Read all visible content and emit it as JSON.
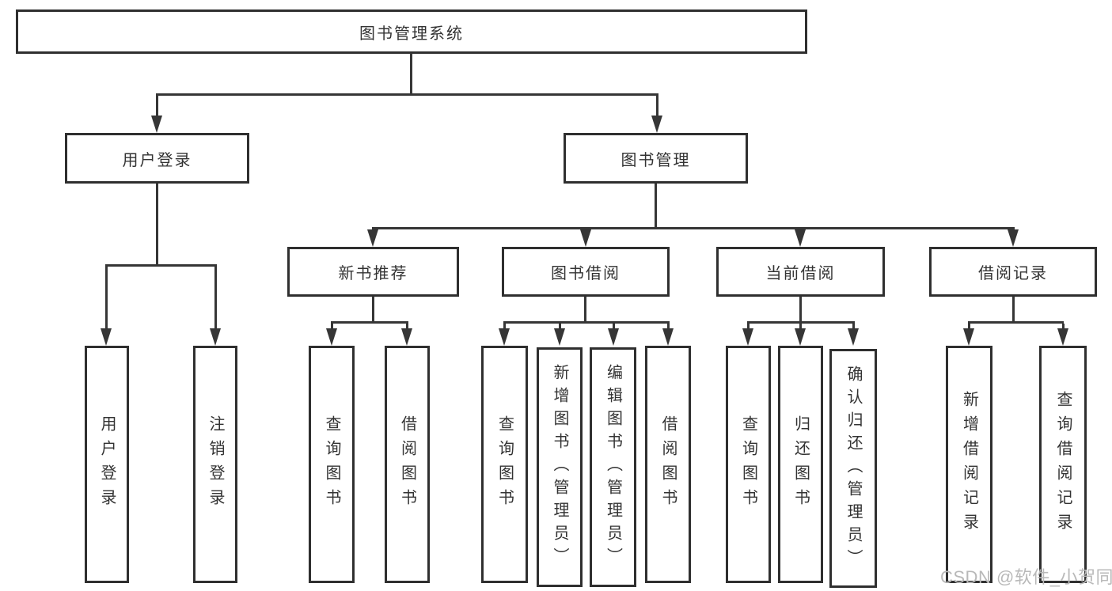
{
  "diagram": {
    "type": "hierarchy-tree",
    "root": {
      "label": "图书管理系统",
      "children": [
        {
          "label": "用户登录",
          "children": [
            {
              "label": "用户登录"
            },
            {
              "label": "注销登录"
            }
          ]
        },
        {
          "label": "图书管理",
          "children": [
            {
              "label": "新书推荐",
              "children": [
                {
                  "label": "查询图书"
                },
                {
                  "label": "借阅图书"
                }
              ]
            },
            {
              "label": "图书借阅",
              "children": [
                {
                  "label": "查询图书"
                },
                {
                  "label": "新增图书（管理员）"
                },
                {
                  "label": "编辑图书（管理员）"
                },
                {
                  "label": "借阅图书"
                }
              ]
            },
            {
              "label": "当前借阅",
              "children": [
                {
                  "label": "查询图书"
                },
                {
                  "label": "归还图书"
                },
                {
                  "label": "确认归还（管理员）"
                }
              ]
            },
            {
              "label": "借阅记录",
              "children": [
                {
                  "label": "新增借阅记录"
                },
                {
                  "label": "查询借阅记录"
                }
              ]
            }
          ]
        }
      ]
    }
  },
  "watermark": {
    "text": "CSDN @软件_小贺同学"
  },
  "colors": {
    "background": "#ffffff",
    "box_border": "#2f2f2f",
    "connector_line": "#363636",
    "text": "#333333",
    "watermark_text": "#b9b9b9"
  }
}
